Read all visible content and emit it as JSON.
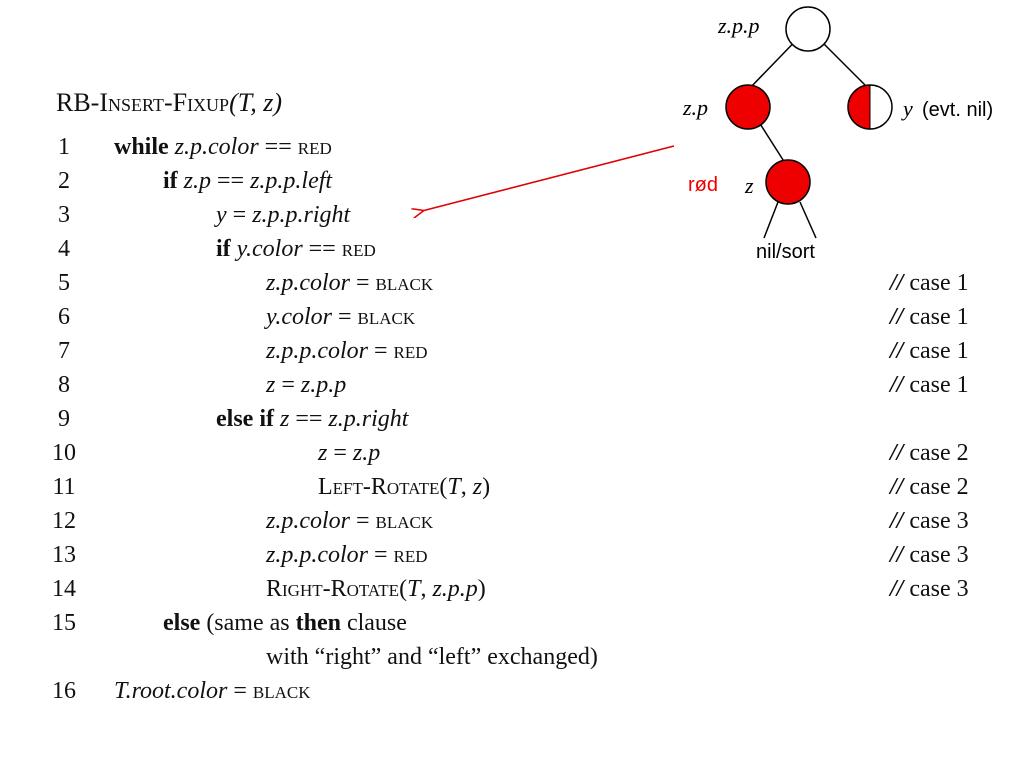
{
  "title": {
    "prefix": "RB-I",
    "sc1": "nsert",
    "mid": "-F",
    "sc2": "ixup",
    "args": "(T, z)"
  },
  "lines": [
    {
      "num": "1",
      "indent": 0,
      "segments": [
        {
          "t": "while",
          "s": "b"
        },
        {
          "t": " "
        },
        {
          "t": "z.p.color",
          "s": "i"
        },
        {
          "t": " == "
        },
        {
          "t": "red",
          "s": "sc"
        }
      ]
    },
    {
      "num": "2",
      "indent": 1,
      "segments": [
        {
          "t": "if",
          "s": "b"
        },
        {
          "t": " "
        },
        {
          "t": "z.p",
          "s": "i"
        },
        {
          "t": " == "
        },
        {
          "t": "z.p.p.left",
          "s": "i"
        }
      ]
    },
    {
      "num": "3",
      "indent": 2,
      "segments": [
        {
          "t": "y",
          "s": "i"
        },
        {
          "t": " = "
        },
        {
          "t": "z.p.p.right",
          "s": "i"
        }
      ]
    },
    {
      "num": "4",
      "indent": 2,
      "segments": [
        {
          "t": "if",
          "s": "b"
        },
        {
          "t": " "
        },
        {
          "t": "y.color",
          "s": "i"
        },
        {
          "t": " == "
        },
        {
          "t": "red",
          "s": "sc"
        }
      ]
    },
    {
      "num": "5",
      "indent": 3,
      "segments": [
        {
          "t": "z.p.color",
          "s": "i"
        },
        {
          "t": " = "
        },
        {
          "t": "black",
          "s": "sc"
        }
      ],
      "comment": "case 1"
    },
    {
      "num": "6",
      "indent": 3,
      "segments": [
        {
          "t": "y.color",
          "s": "i"
        },
        {
          "t": " = "
        },
        {
          "t": "black",
          "s": "sc"
        }
      ],
      "comment": "case 1"
    },
    {
      "num": "7",
      "indent": 3,
      "segments": [
        {
          "t": "z.p.p.color",
          "s": "i"
        },
        {
          "t": " = "
        },
        {
          "t": "red",
          "s": "sc"
        }
      ],
      "comment": "case 1"
    },
    {
      "num": "8",
      "indent": 3,
      "segments": [
        {
          "t": "z",
          "s": "i"
        },
        {
          "t": " = "
        },
        {
          "t": "z.p.p",
          "s": "i"
        }
      ],
      "comment": "case 1"
    },
    {
      "num": "9",
      "indent": 2,
      "segments": [
        {
          "t": "else if",
          "s": "b"
        },
        {
          "t": " "
        },
        {
          "t": "z",
          "s": "i"
        },
        {
          "t": " == "
        },
        {
          "t": "z.p.right",
          "s": "i"
        }
      ]
    },
    {
      "num": "10",
      "indent": 4,
      "segments": [
        {
          "t": "z",
          "s": "i"
        },
        {
          "t": " = "
        },
        {
          "t": "z.p",
          "s": "i"
        }
      ],
      "comment": "case 2"
    },
    {
      "num": "11",
      "indent": 4,
      "segments": [
        {
          "t": "Left-Rotate",
          "s": "sc"
        },
        {
          "t": "("
        },
        {
          "t": "T",
          "s": "i"
        },
        {
          "t": ", "
        },
        {
          "t": "z",
          "s": "i"
        },
        {
          "t": ")"
        }
      ],
      "comment": "case 2"
    },
    {
      "num": "12",
      "indent": 3,
      "segments": [
        {
          "t": "z.p.color",
          "s": "i"
        },
        {
          "t": " = "
        },
        {
          "t": "black",
          "s": "sc"
        }
      ],
      "comment": "case 3"
    },
    {
      "num": "13",
      "indent": 3,
      "segments": [
        {
          "t": "z.p.p.color",
          "s": "i"
        },
        {
          "t": " = "
        },
        {
          "t": "red",
          "s": "sc"
        }
      ],
      "comment": "case 3"
    },
    {
      "num": "14",
      "indent": 3,
      "segments": [
        {
          "t": "Right-Rotate",
          "s": "sc"
        },
        {
          "t": "("
        },
        {
          "t": "T",
          "s": "i"
        },
        {
          "t": ", "
        },
        {
          "t": "z.p.p",
          "s": "i"
        },
        {
          "t": ")"
        }
      ],
      "comment": "case 3"
    },
    {
      "num": "15",
      "indent": 1,
      "segments": [
        {
          "t": "else",
          "s": "b"
        },
        {
          "t": " (same as "
        },
        {
          "t": "then",
          "s": "b"
        },
        {
          "t": " clause"
        }
      ]
    },
    {
      "num": "",
      "indent": 3,
      "segments": [
        {
          "t": "with “right” and “left” exchanged)"
        }
      ]
    },
    {
      "num": "16",
      "indent": 0,
      "segments": [
        {
          "t": "T.root.color",
          "s": "i"
        },
        {
          "t": " = "
        },
        {
          "t": "black",
          "s": "sc"
        }
      ]
    }
  ],
  "comment_marker": "//",
  "tree": {
    "root_label": "z.p.p",
    "parent_label": "z.p",
    "uncle_label": "y",
    "uncle_note": "(evt. nil)",
    "node_label": "z",
    "red_label": "rød",
    "leaf_label": "nil/sort"
  },
  "colors": {
    "red": "#ee0000",
    "black": "#000000",
    "white": "#ffffff",
    "arrow": "#e00000"
  }
}
